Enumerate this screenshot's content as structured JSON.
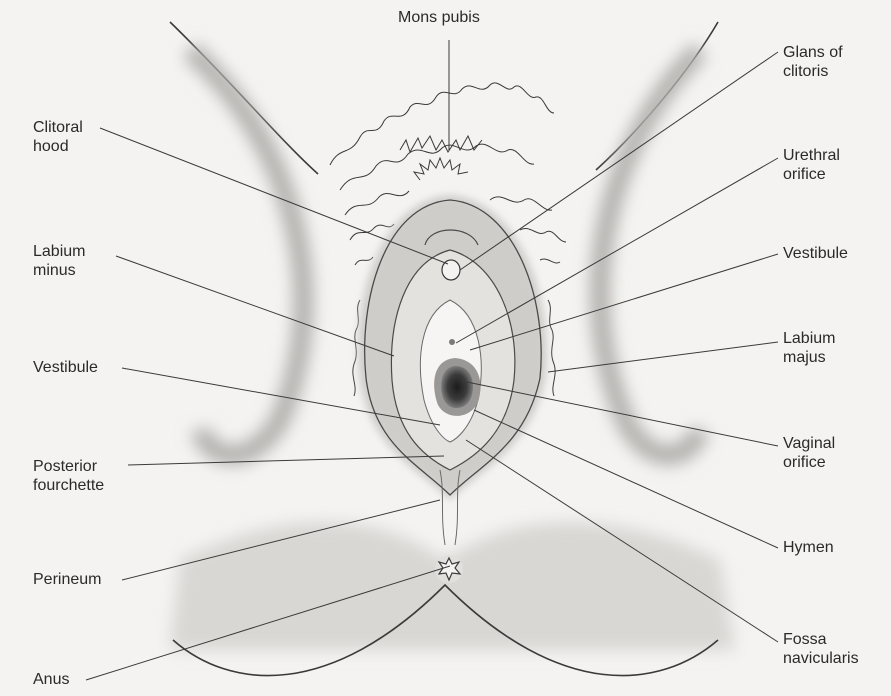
{
  "labels": {
    "mons_pubis": "Mons pubis",
    "glans_of_clitoris": "Glans of\nclitoris",
    "clitoral_hood": "Clitoral\nhood",
    "urethral_orifice": "Urethral\norifice",
    "labium_minus": "Labium\nminus",
    "vestibule_right": "Vestibule",
    "labium_majus": "Labium\nmajus",
    "vestibule_left": "Vestibule",
    "vaginal_orifice": "Vaginal\norifice",
    "posterior_fourchette": "Posterior\nfourchette",
    "hymen": "Hymen",
    "perineum": "Perineum",
    "fossa_navicularis": "Fossa\nnavicularis",
    "anus": "Anus"
  },
  "colors": {
    "line": "#3a3a3a",
    "text": "#2a2a2a",
    "shade": "#a9a7a5",
    "background": "#f4f3f1"
  }
}
